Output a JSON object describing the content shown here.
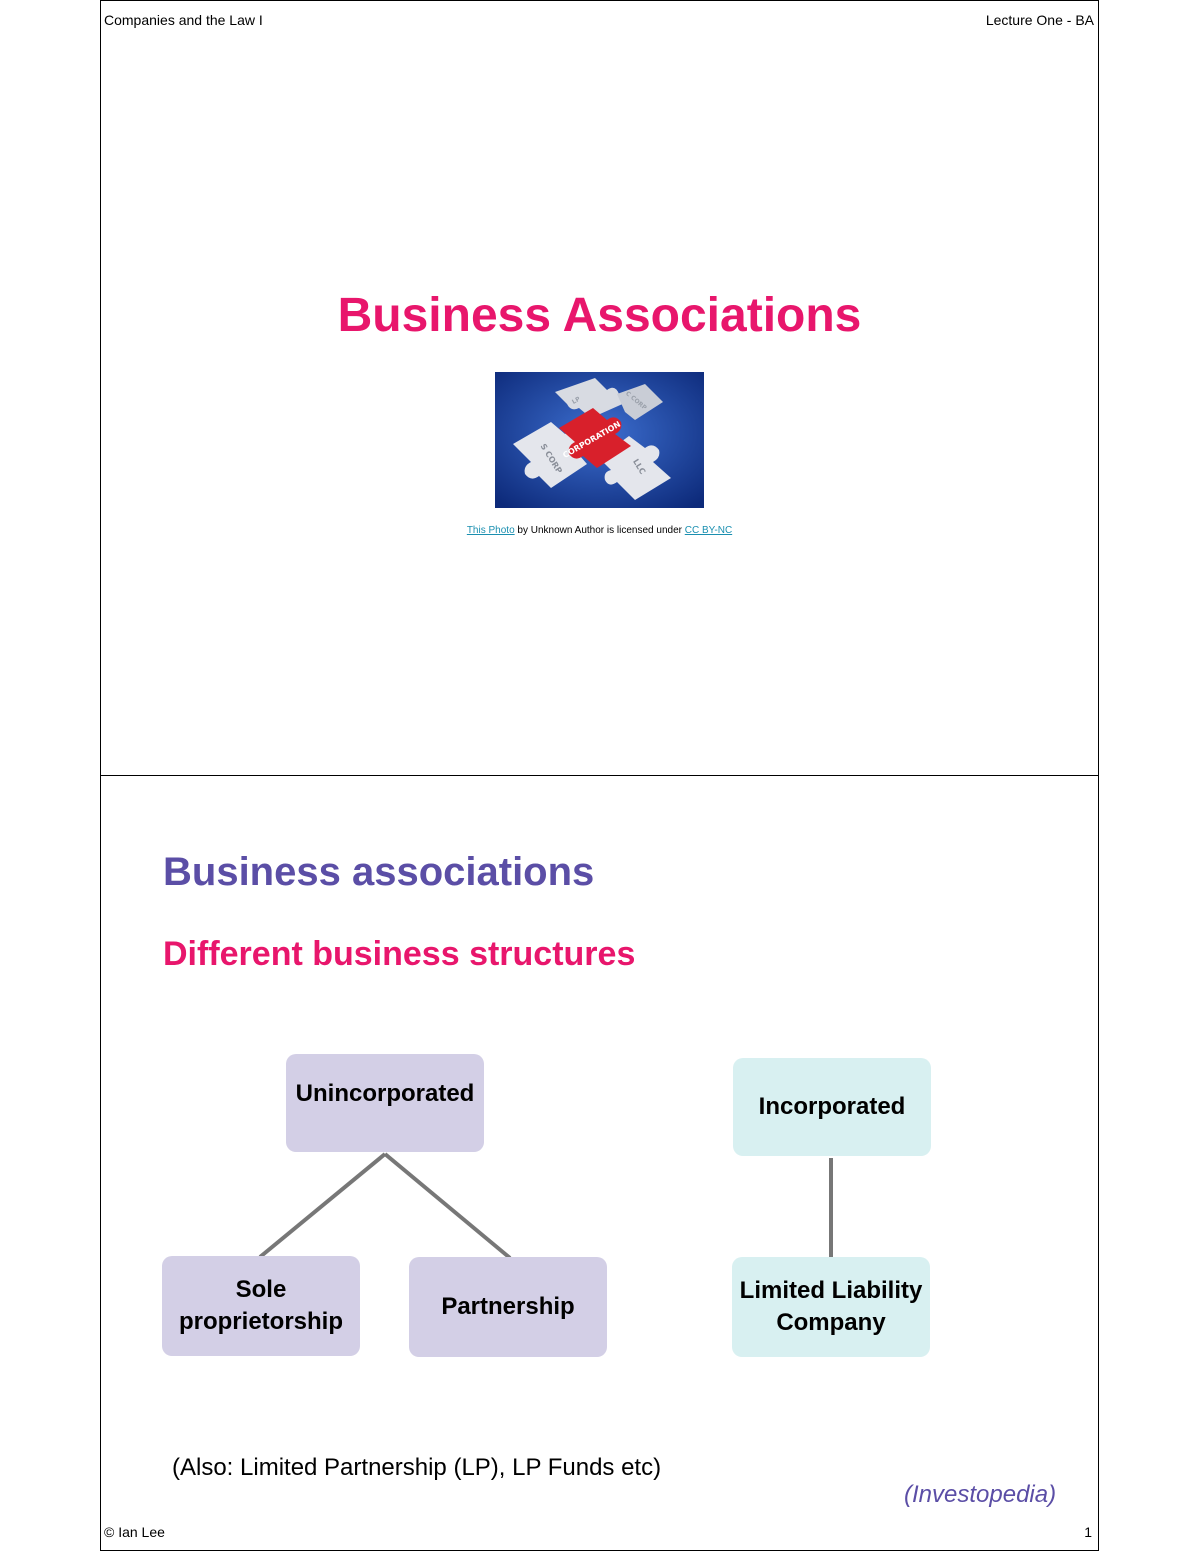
{
  "header": {
    "left": "Companies and the Law I",
    "right": "Lecture One - BA"
  },
  "footer": {
    "left": "© Ian Lee",
    "right": "1"
  },
  "slide1": {
    "title": "Business Associations",
    "image": {
      "labels": [
        "CORPORATION",
        "S CORP",
        "LLC",
        "LP",
        "C CORP"
      ]
    },
    "credit": {
      "photo_link": "This Photo",
      "middle": " by Unknown Author is licensed under ",
      "license_link": "CC BY-NC"
    }
  },
  "slide2": {
    "title": "Business associations",
    "subtitle": "Different business structures",
    "nodes": {
      "unincorporated": "Unincorporated",
      "sole_line1": "Sole",
      "sole_line2": "proprietorship",
      "partnership": "Partnership",
      "incorporated": "Incorporated",
      "llc_line1": "Limited Liability",
      "llc_line2": "Company"
    },
    "note": "(Also: Limited Partnership (LP), LP Funds etc)",
    "source": "(Investopedia)"
  },
  "colors": {
    "pink": "#e8166c",
    "purple": "#5b4ea6",
    "lavender": "#d3cfe6",
    "aqua": "#d8f0f1"
  }
}
